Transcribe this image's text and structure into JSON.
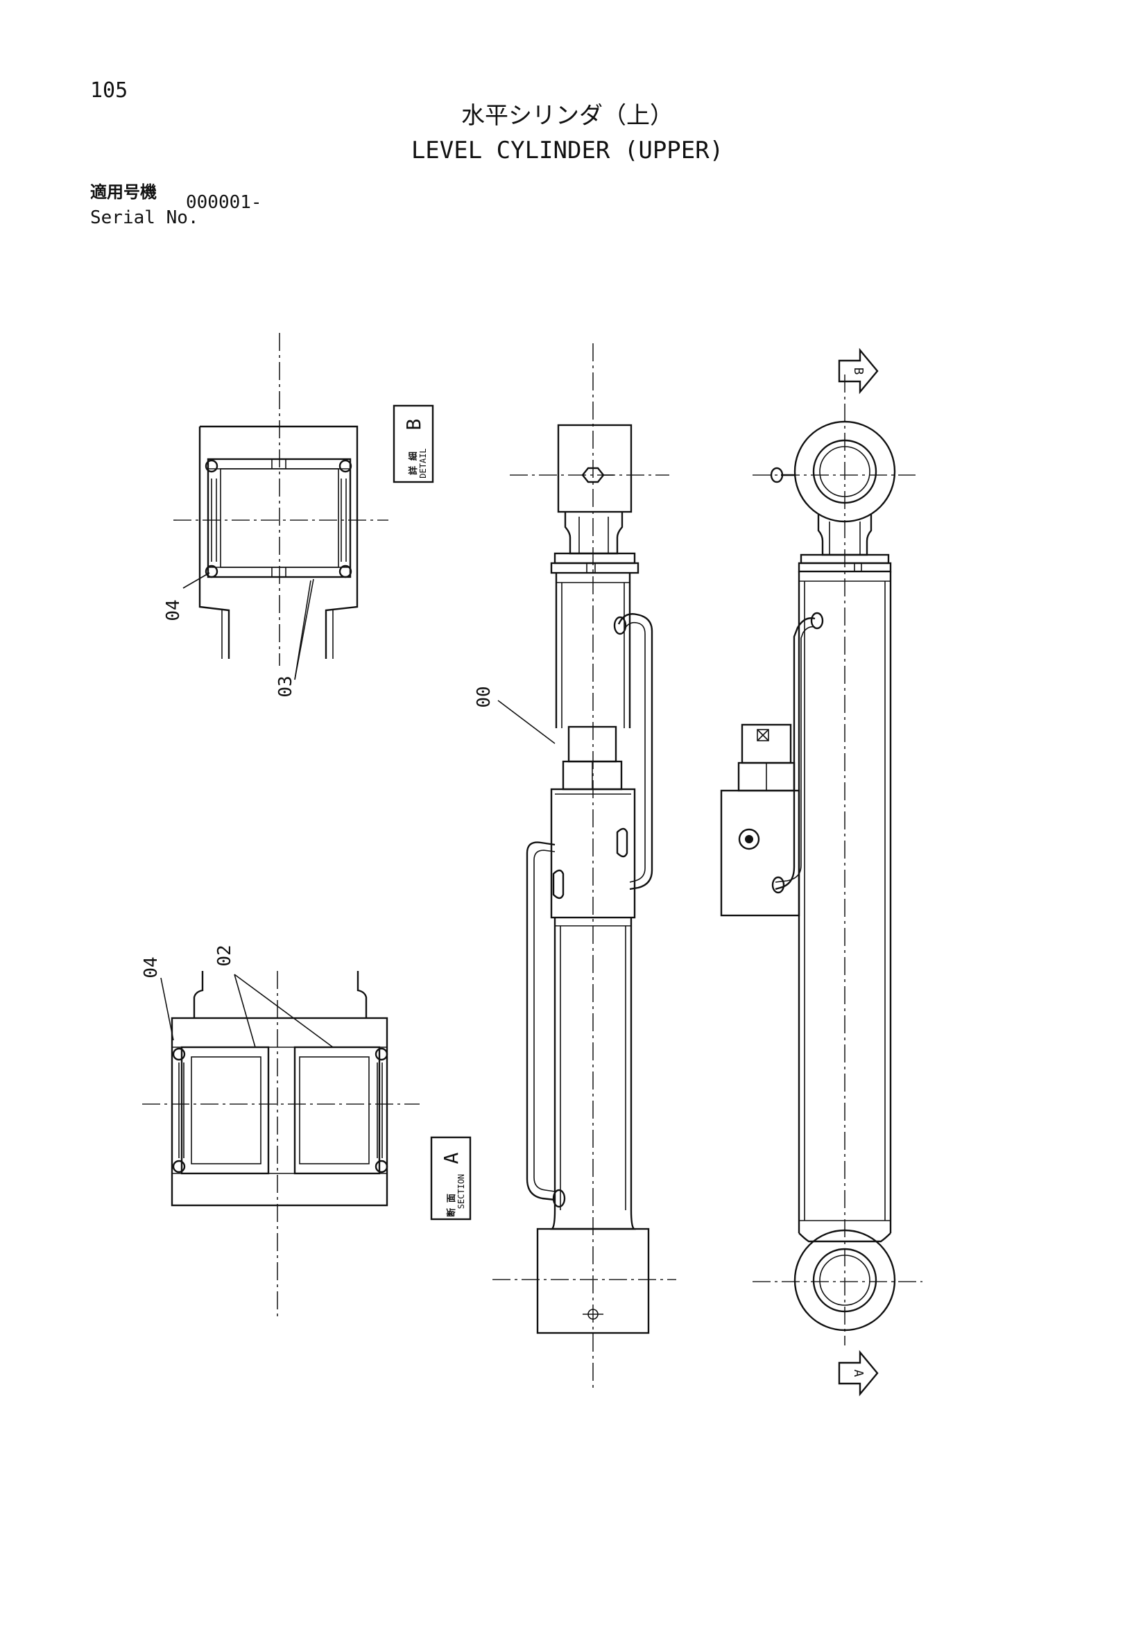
{
  "header": {
    "page_number": "105",
    "title_jp": "水平シリンダ（上）",
    "title_en": "LEVEL CYLINDER (UPPER)",
    "serial_label_jp": "適用号機",
    "serial_label_en": "Serial No.",
    "serial_value": "000001-"
  },
  "callouts": {
    "main_cylinder": "00",
    "detail_b_ring": "03",
    "detail_b_seal": "04",
    "section_a_ring": "02",
    "section_a_seal": "04"
  },
  "view_tags": {
    "detail": {
      "jp": "詳 細",
      "en": "DETAIL",
      "letter": "B"
    },
    "section": {
      "jp": "断 面",
      "en": "SECTION",
      "letter": "A"
    },
    "arrow_b": "B",
    "arrow_a": "A"
  }
}
